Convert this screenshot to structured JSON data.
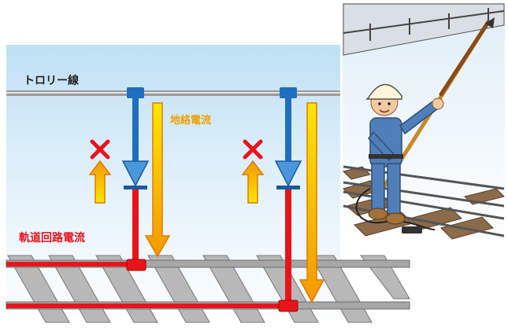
{
  "labels": {
    "trolley_wire": "トロリー線",
    "ground_current": "地絡電流",
    "track_circuit_current": "軌道回路電流"
  },
  "colors": {
    "sky_top": "#bfe0f5",
    "wire": "#8c8c8c",
    "clamp_blue": "#1f6fc0",
    "diode_blue": "#3b8fd6",
    "track_red": "#e8141c",
    "arrow_orange": "#f7a600",
    "arrow_yellow": "#ffe300",
    "cross_red": "#e8141c",
    "sleeper": "#b5b5b5"
  },
  "icons": [
    "diode-icon",
    "cross-icon",
    "up-arrow-icon",
    "down-arrow-icon",
    "worker-illustration"
  ]
}
